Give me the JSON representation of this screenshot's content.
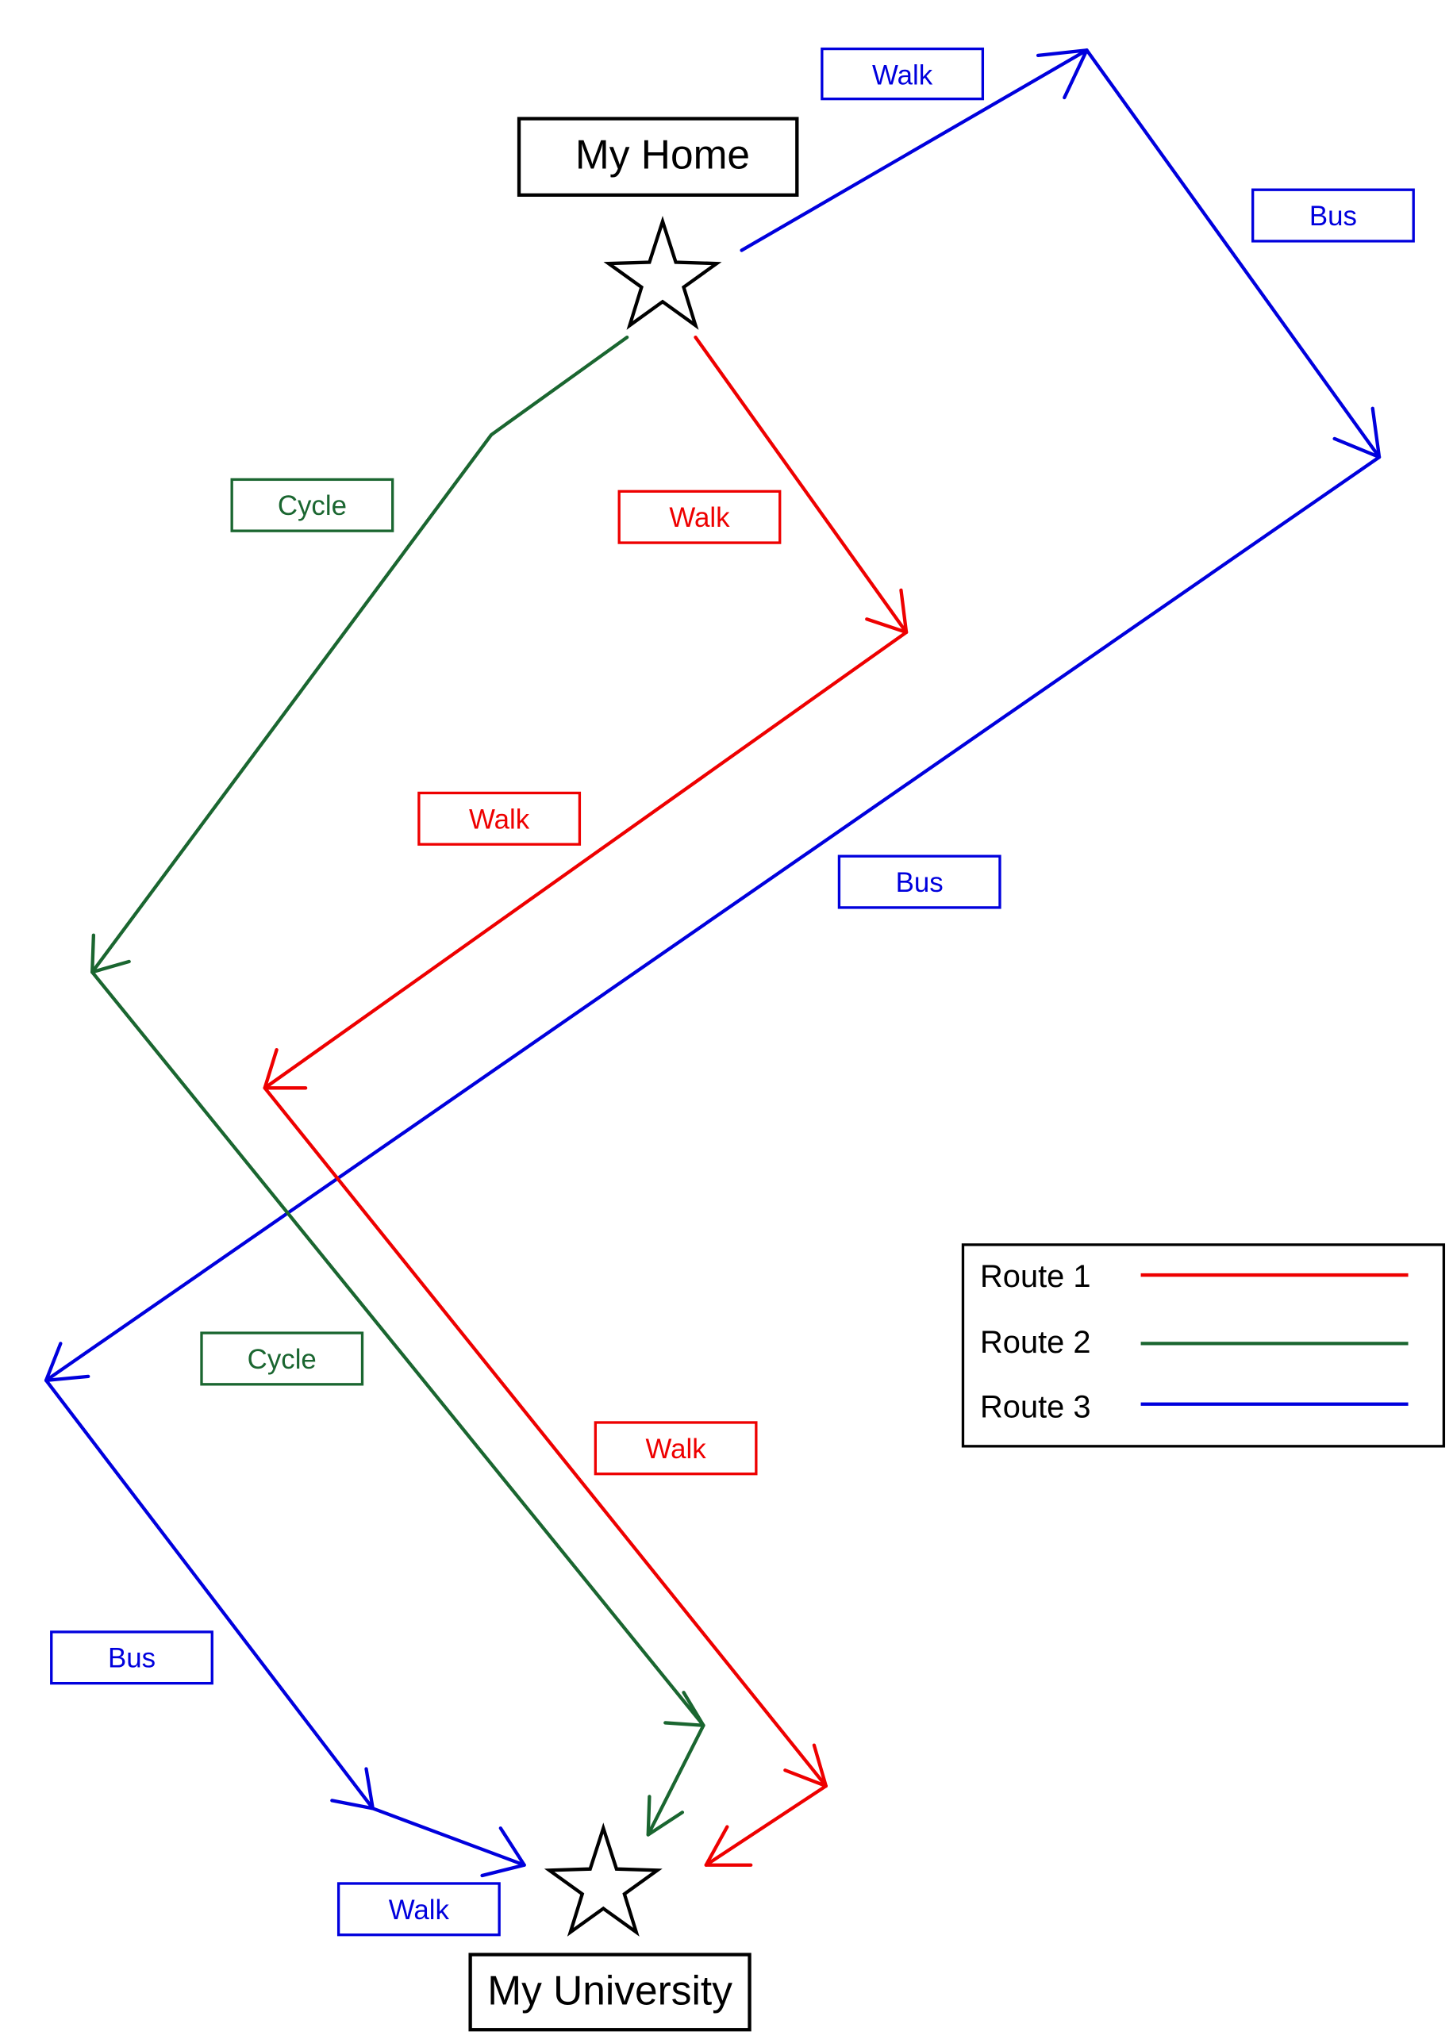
{
  "places": {
    "home": "My Home",
    "university": "My University"
  },
  "legend": {
    "items": [
      {
        "label": "Route 1",
        "color": "#ee0000"
      },
      {
        "label": "Route 2",
        "color": "#1a6630"
      },
      {
        "label": "Route 3",
        "color": "#0000dd"
      }
    ]
  },
  "routes": {
    "route1": {
      "color": "#ee0000",
      "segments": [
        {
          "mode": "Walk"
        },
        {
          "mode": "Walk"
        },
        {
          "mode": "Walk"
        }
      ]
    },
    "route2": {
      "color": "#1a6630",
      "segments": [
        {
          "mode": "Cycle"
        },
        {
          "mode": "Cycle"
        }
      ]
    },
    "route3": {
      "color": "#0000dd",
      "segments": [
        {
          "mode": "Walk"
        },
        {
          "mode": "Bus"
        },
        {
          "mode": "Bus"
        },
        {
          "mode": "Bus"
        },
        {
          "mode": "Walk"
        }
      ]
    }
  },
  "icons": {
    "home_marker": "star-icon",
    "university_marker": "star-icon"
  }
}
